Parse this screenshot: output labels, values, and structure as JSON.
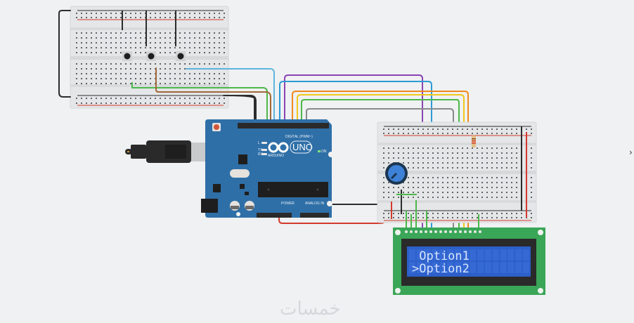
{
  "canvas": {
    "background": "#eff1f2"
  },
  "breadboard_top": {
    "label": "breadboard",
    "pushbuttons": 3
  },
  "breadboard_right": {
    "label": "breadboard",
    "components": [
      "potentiometer",
      "resistor"
    ]
  },
  "arduino": {
    "model_label": "UNO",
    "brand_label": "ARDUINO",
    "digital_header_label": "DIGITAL (PWM~)",
    "power_label": "POWER",
    "analog_label": "ANALOG IN",
    "on_label": "ON",
    "tx_label": "TX",
    "rx_label": "RX",
    "l_label": "L",
    "board_color": "#2f6fa7"
  },
  "lcd": {
    "line1": " Option1",
    "line2": ">Option2",
    "pcb_color": "#3aa657",
    "screen_color": "#2d5fc9"
  },
  "wire_colors": {
    "black": "#2c2c2c",
    "red": "#d33a2c",
    "green": "#4cb84a",
    "brown": "#a0683a",
    "light_blue": "#5bb4e0",
    "purple": "#8b44b4",
    "blue": "#2e9bd6",
    "orange": "#f08a1c",
    "yellow": "#f2c81a",
    "gray": "#8a8a8a"
  },
  "watermark": "خمسات",
  "right_edge_glyph": "›"
}
